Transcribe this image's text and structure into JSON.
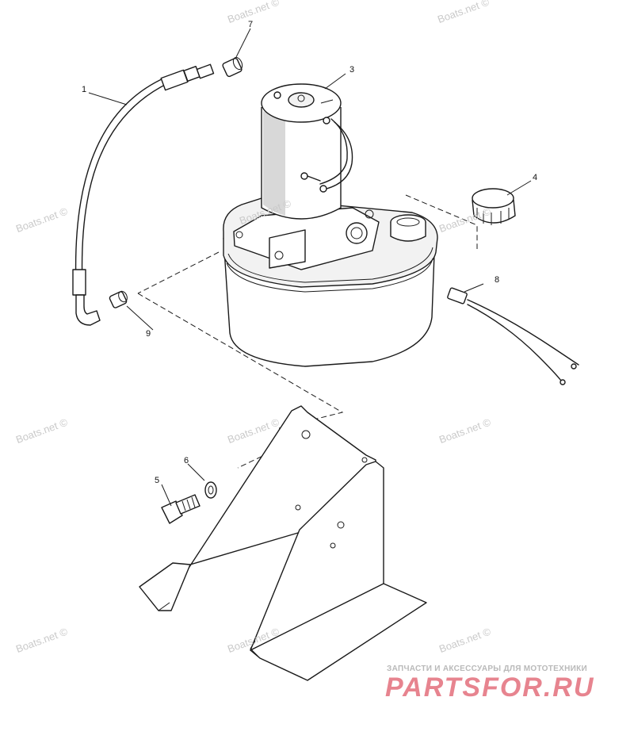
{
  "callouts": [
    {
      "id": "1",
      "label": "1"
    },
    {
      "id": "3",
      "label": "3"
    },
    {
      "id": "4",
      "label": "4"
    },
    {
      "id": "5",
      "label": "5"
    },
    {
      "id": "6",
      "label": "6"
    },
    {
      "id": "7",
      "label": "7"
    },
    {
      "id": "8",
      "label": "8"
    },
    {
      "id": "9",
      "label": "9"
    }
  ],
  "watermark": "Boats.net ©",
  "brand": {
    "tagline": "ЗАПЧАСТИ И АКСЕССУАРЫ ДЛЯ МОТОТЕХНИКИ",
    "logo": "PARTSFOR.RU"
  },
  "colors": {
    "line": "#1a1a1a",
    "watermark": "#c9c9c9",
    "logo": "#e7848f"
  }
}
